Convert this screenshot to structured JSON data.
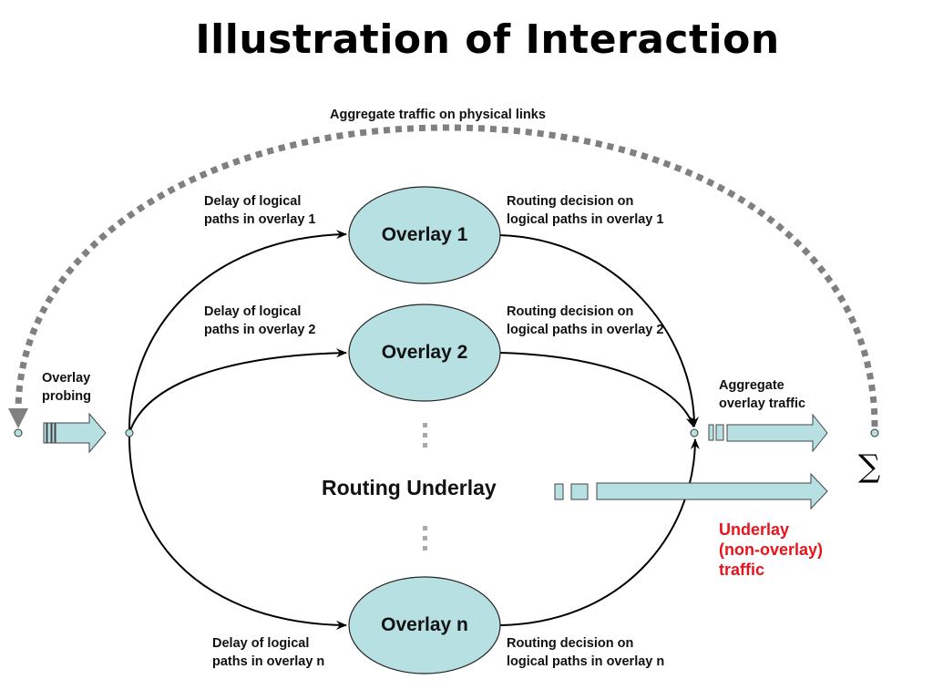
{
  "title": "Illustration of Interaction",
  "colors": {
    "node_fill": "#b7e0e3",
    "arrow_fill": "#b7e0e3",
    "dotted_arc": "#808080",
    "underlay_text": "#e8141c"
  },
  "labels": {
    "aggregate_physical": "Aggregate traffic on physical links",
    "overlay_probing": [
      "Overlay",
      "probing"
    ],
    "aggregate_overlay": [
      "Aggregate",
      "overlay traffic"
    ],
    "routing_underlay": "Routing Underlay",
    "underlay_traffic": [
      "Underlay",
      "(non-overlay)",
      "traffic"
    ],
    "sigma": "∑"
  },
  "overlays": [
    {
      "name": "Overlay 1",
      "delay": [
        "Delay of logical",
        "paths in overlay 1"
      ],
      "routing": [
        "Routing decision on",
        "logical paths in overlay 1"
      ]
    },
    {
      "name": "Overlay 2",
      "delay": [
        "Delay of logical",
        "paths in overlay 2"
      ],
      "routing": [
        "Routing decision on",
        "logical paths in overlay 2"
      ]
    },
    {
      "name": "Overlay n",
      "delay": [
        "Delay of logical",
        "paths in overlay n"
      ],
      "routing": [
        "Routing decision on",
        "logical paths in overlay n"
      ]
    }
  ]
}
